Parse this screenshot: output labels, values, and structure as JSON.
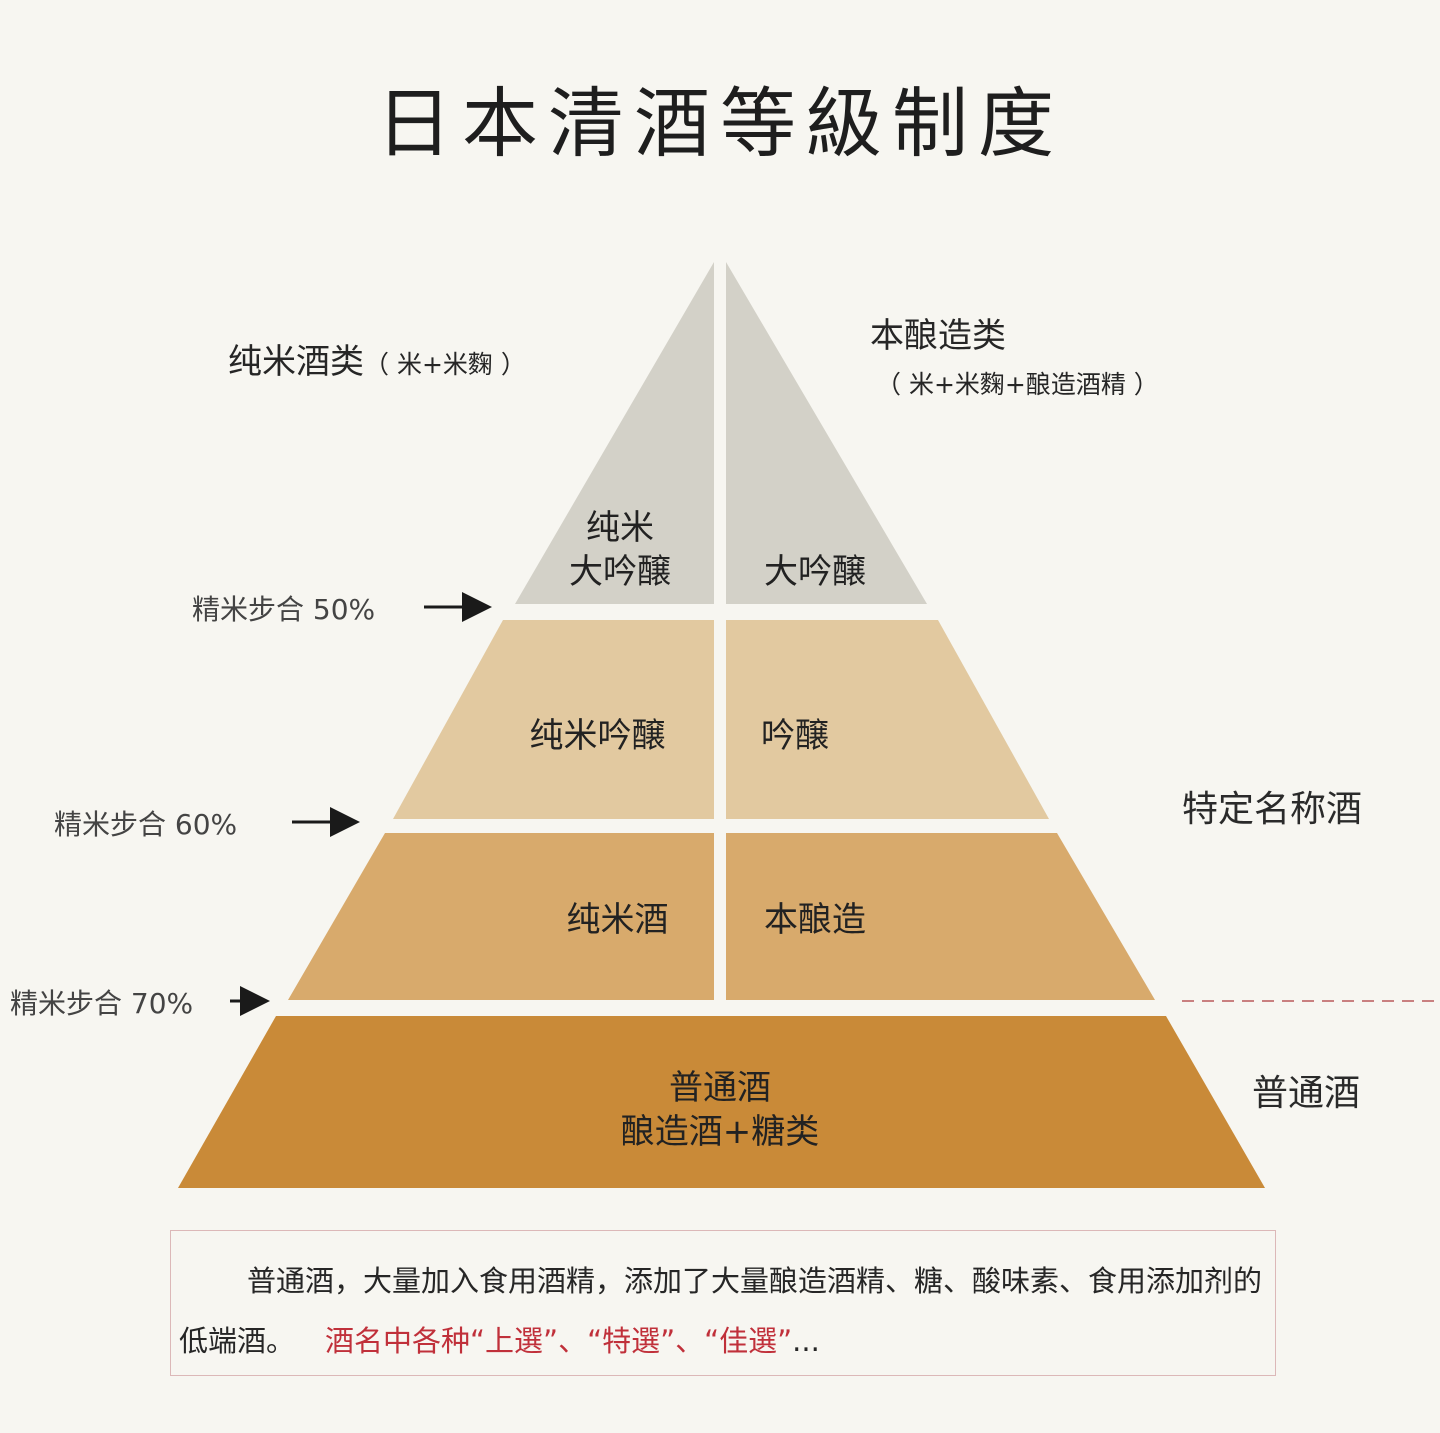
{
  "title": "日本清酒等級制度",
  "categories": {
    "junmai": {
      "name": "纯米酒类",
      "detail": "（ 米+米麴 ）"
    },
    "honjozo": {
      "name": "本酿造类",
      "detail": "（ 米+米麴+酿造酒精 ）"
    }
  },
  "polishing_ratios": [
    {
      "label": "精米步合 50%"
    },
    {
      "label": "精米步合 60%"
    },
    {
      "label": "精米步合 70%"
    }
  ],
  "tiers": {
    "top": {
      "left_line1": "纯米",
      "left_line2": "大吟醸",
      "right": "大吟醸"
    },
    "second": {
      "left": "纯米吟醸",
      "right": "吟醸"
    },
    "third": {
      "left": "纯米酒",
      "right": "本酿造"
    },
    "base": {
      "line1": "普通酒",
      "line2": "酿造酒+糖类"
    }
  },
  "side_labels": {
    "special": "特定名称酒",
    "ordinary": "普通酒"
  },
  "note": {
    "text": "普通酒，大量加入食用酒精，添加了大量酿造酒精、糖、酸味素、食用添加剂的低端酒。",
    "highlight": "酒名中各种“上選”、“特選”、“佳選”",
    "ellipsis": "..."
  },
  "colors": {
    "tier_top": "#d3d1c8",
    "tier_second": "#e2c9a0",
    "tier_third": "#d8aa6c",
    "tier_base": "#c98a38",
    "highlight": "#c0303a"
  }
}
